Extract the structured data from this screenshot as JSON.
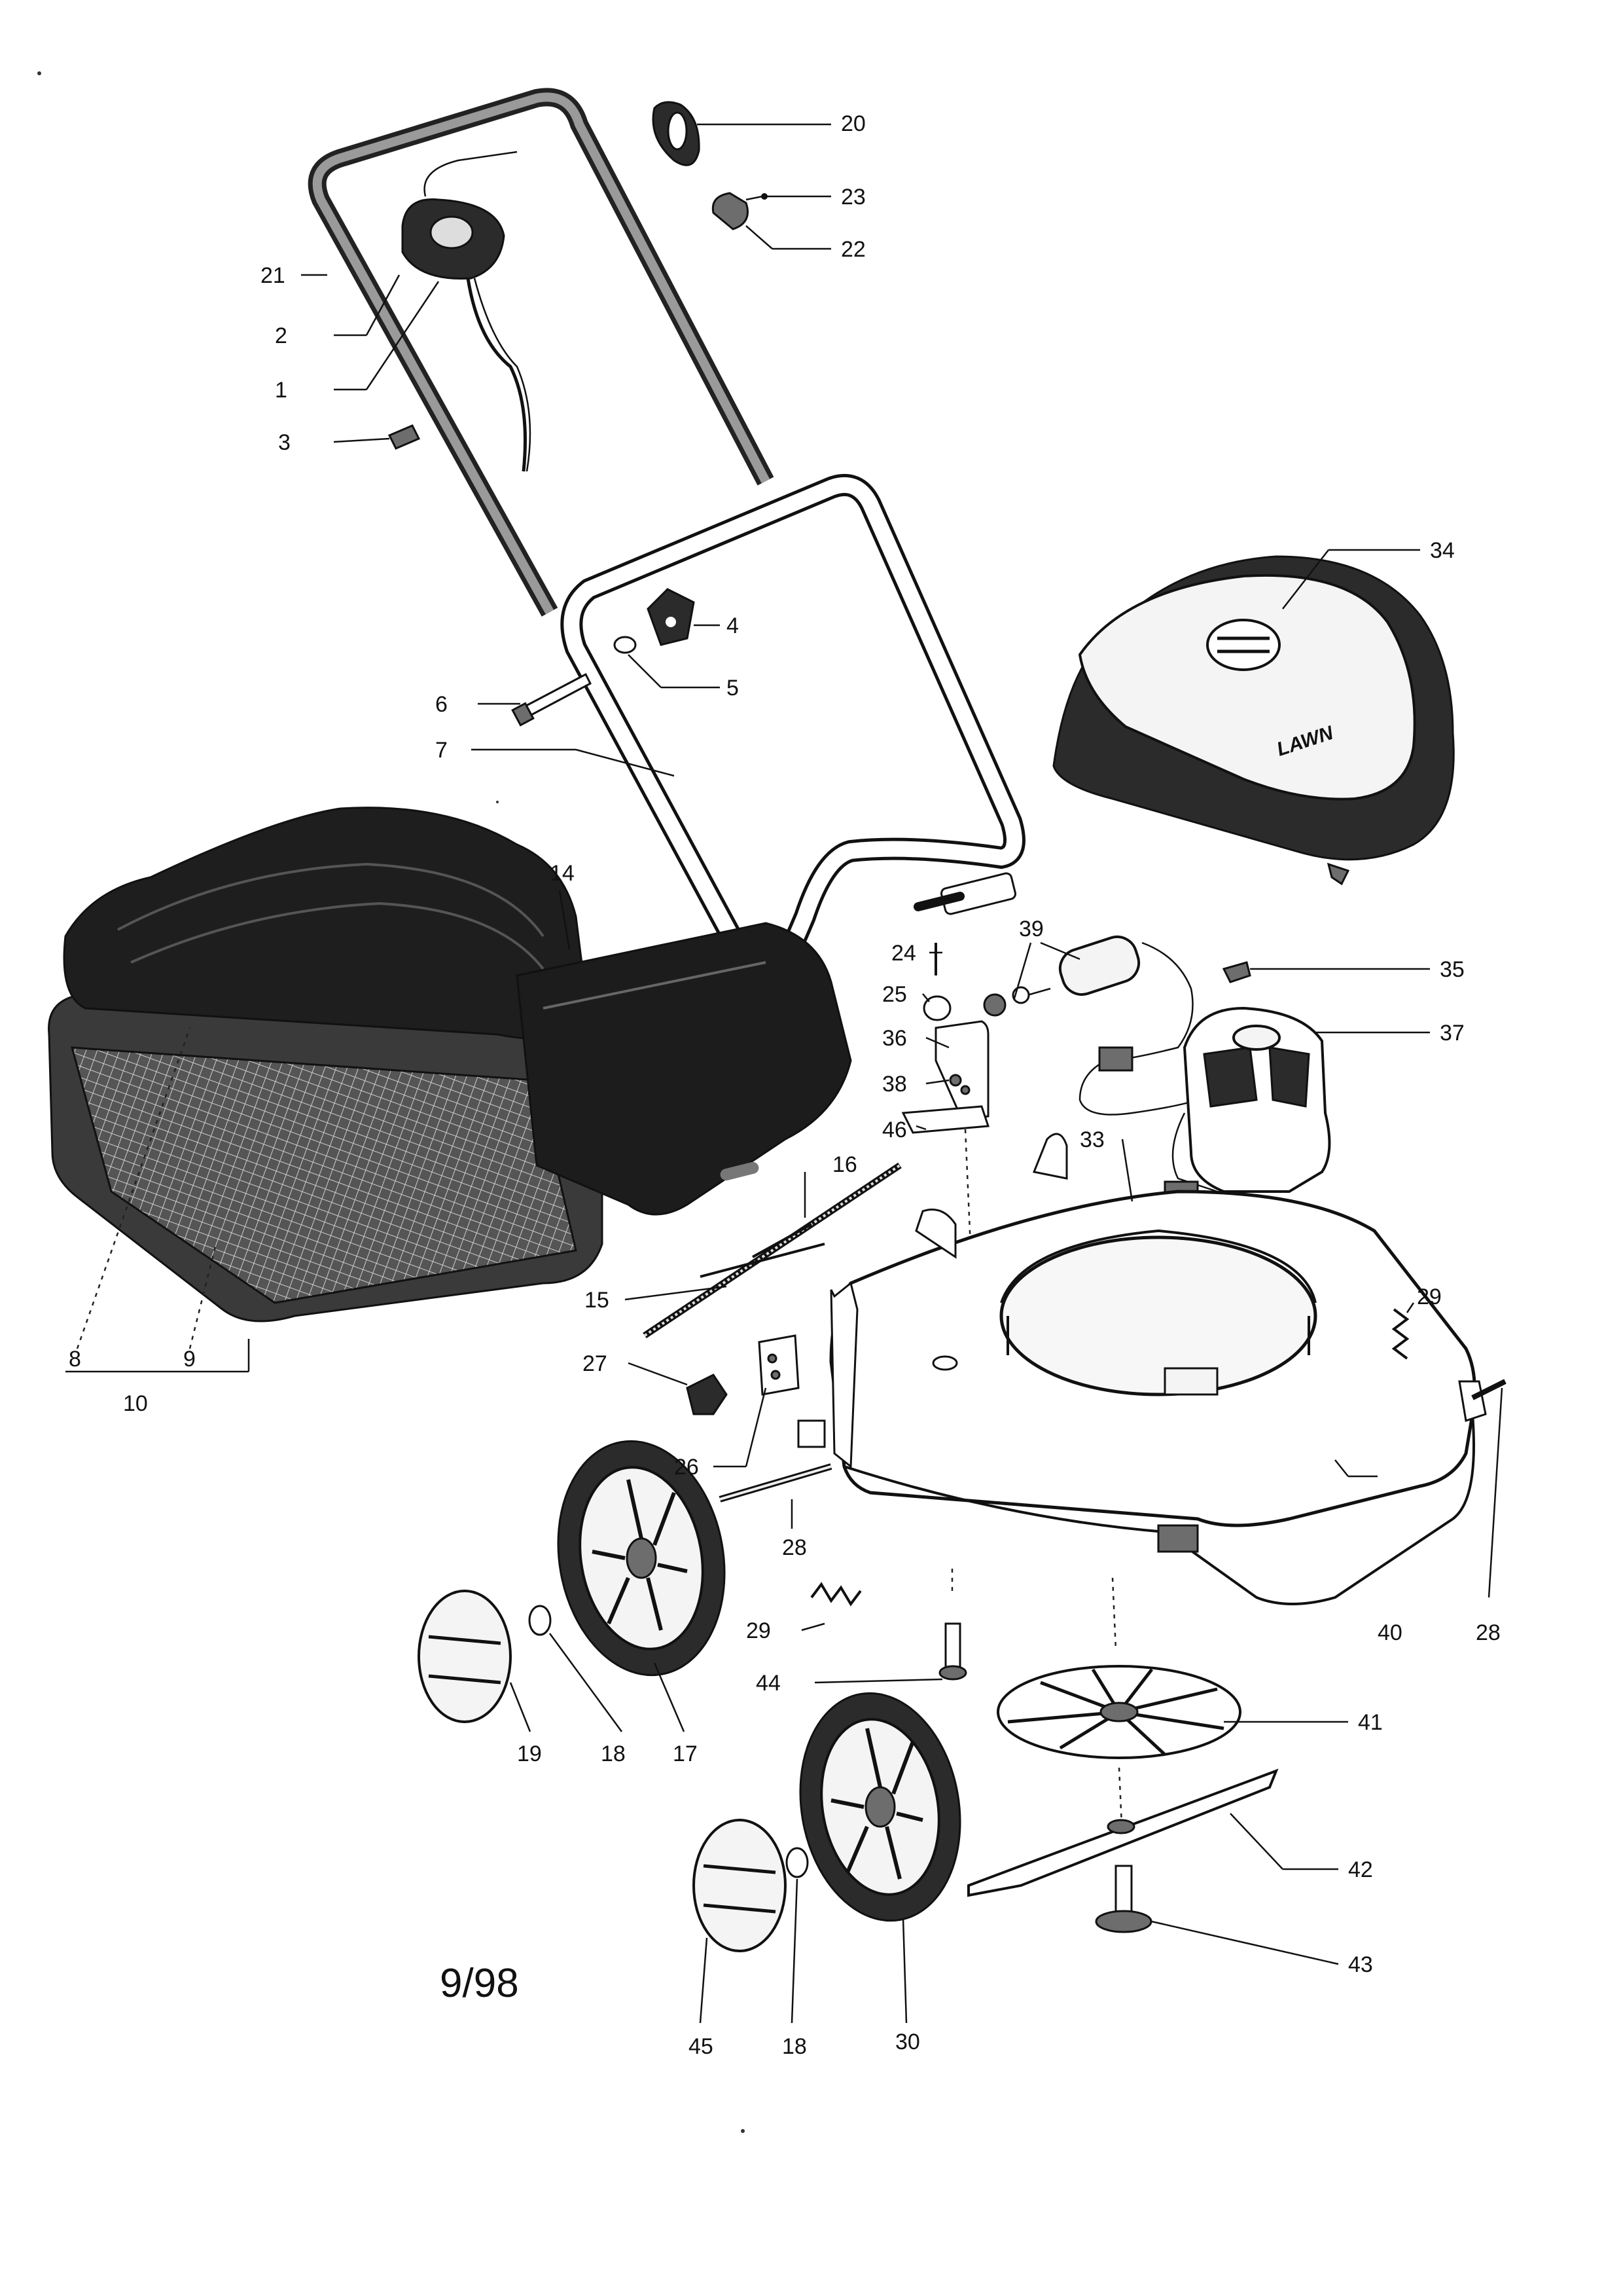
{
  "diagram": {
    "date_code": "9/98",
    "deck_logo": "LAWN",
    "labels": {
      "p1": "1",
      "p2": "2",
      "p3": "3",
      "p4": "4",
      "p5": "5",
      "p6": "6",
      "p7": "7",
      "p8": "8",
      "p9": "9",
      "p10": "10",
      "p14": "14",
      "p15": "15",
      "p16": "16",
      "p17": "17",
      "p18a": "18",
      "p18b": "18",
      "p19": "19",
      "p20": "20",
      "p21": "21",
      "p22": "22",
      "p23": "23",
      "p24": "24",
      "p25": "25",
      "p26": "26",
      "p27": "27",
      "p28a": "28",
      "p28b": "28",
      "p29a": "29",
      "p29b": "29",
      "p30": "30",
      "p33": "33",
      "p34": "34",
      "p35": "35",
      "p36": "36",
      "p37": "37",
      "p38": "38",
      "p39": "39",
      "p40": "40",
      "p41": "41",
      "p42": "42",
      "p43": "43",
      "p44": "44",
      "p45": "45",
      "p46": "46"
    }
  }
}
